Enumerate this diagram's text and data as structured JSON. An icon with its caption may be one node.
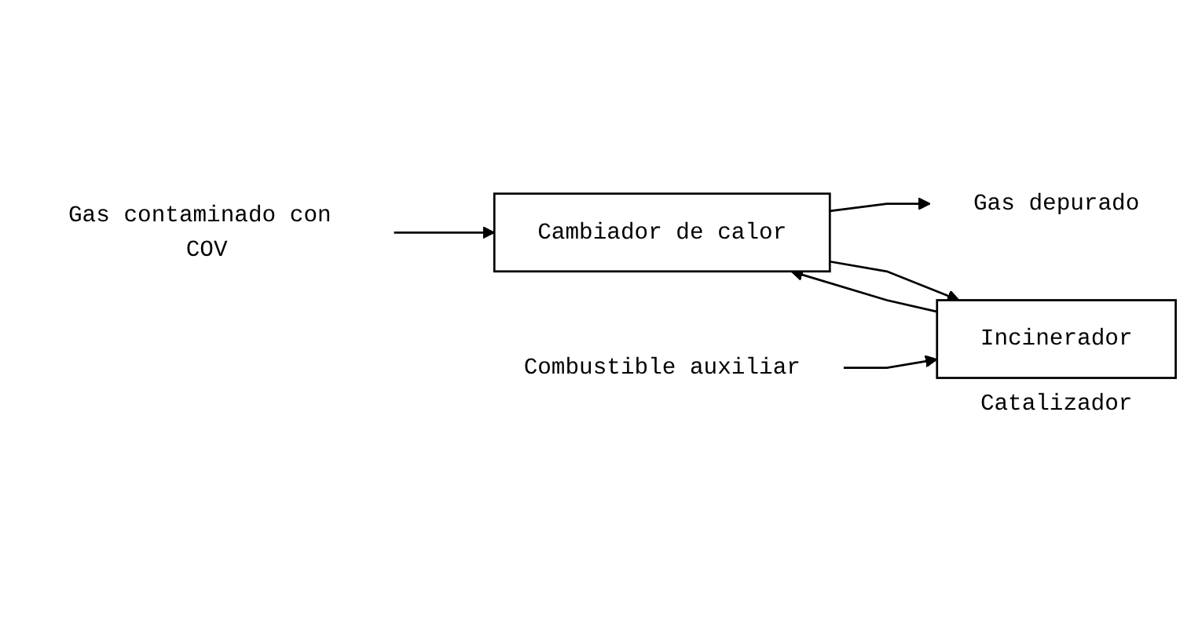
{
  "diagram": {
    "nodes": [
      {
        "text": [
          "Gas contaminado con COV"
        ]
      },
      {
        "text": [
          "Cambiador de calor"
        ]
      },
      {
        "text": [
          "Gas depurado"
        ]
      },
      {
        "text": [
          "Combustible auxiliar"
        ]
      },
      {
        "text": [
          "Incinerador"
        ],
        "beside": [
          "Catalizador"
        ]
      }
    ],
    "edges": [
      {
        "from": 0,
        "to": 1,
        "arrow": "to"
      },
      {
        "from": 1,
        "to": 2,
        "arrow": "to"
      },
      {
        "from": 3,
        "to": 4,
        "arrow": "to"
      },
      {
        "from": 1,
        "to": 4,
        "arrow": "to"
      },
      {
        "from": 4,
        "to": 1,
        "arrow": "to"
      }
    ]
  }
}
